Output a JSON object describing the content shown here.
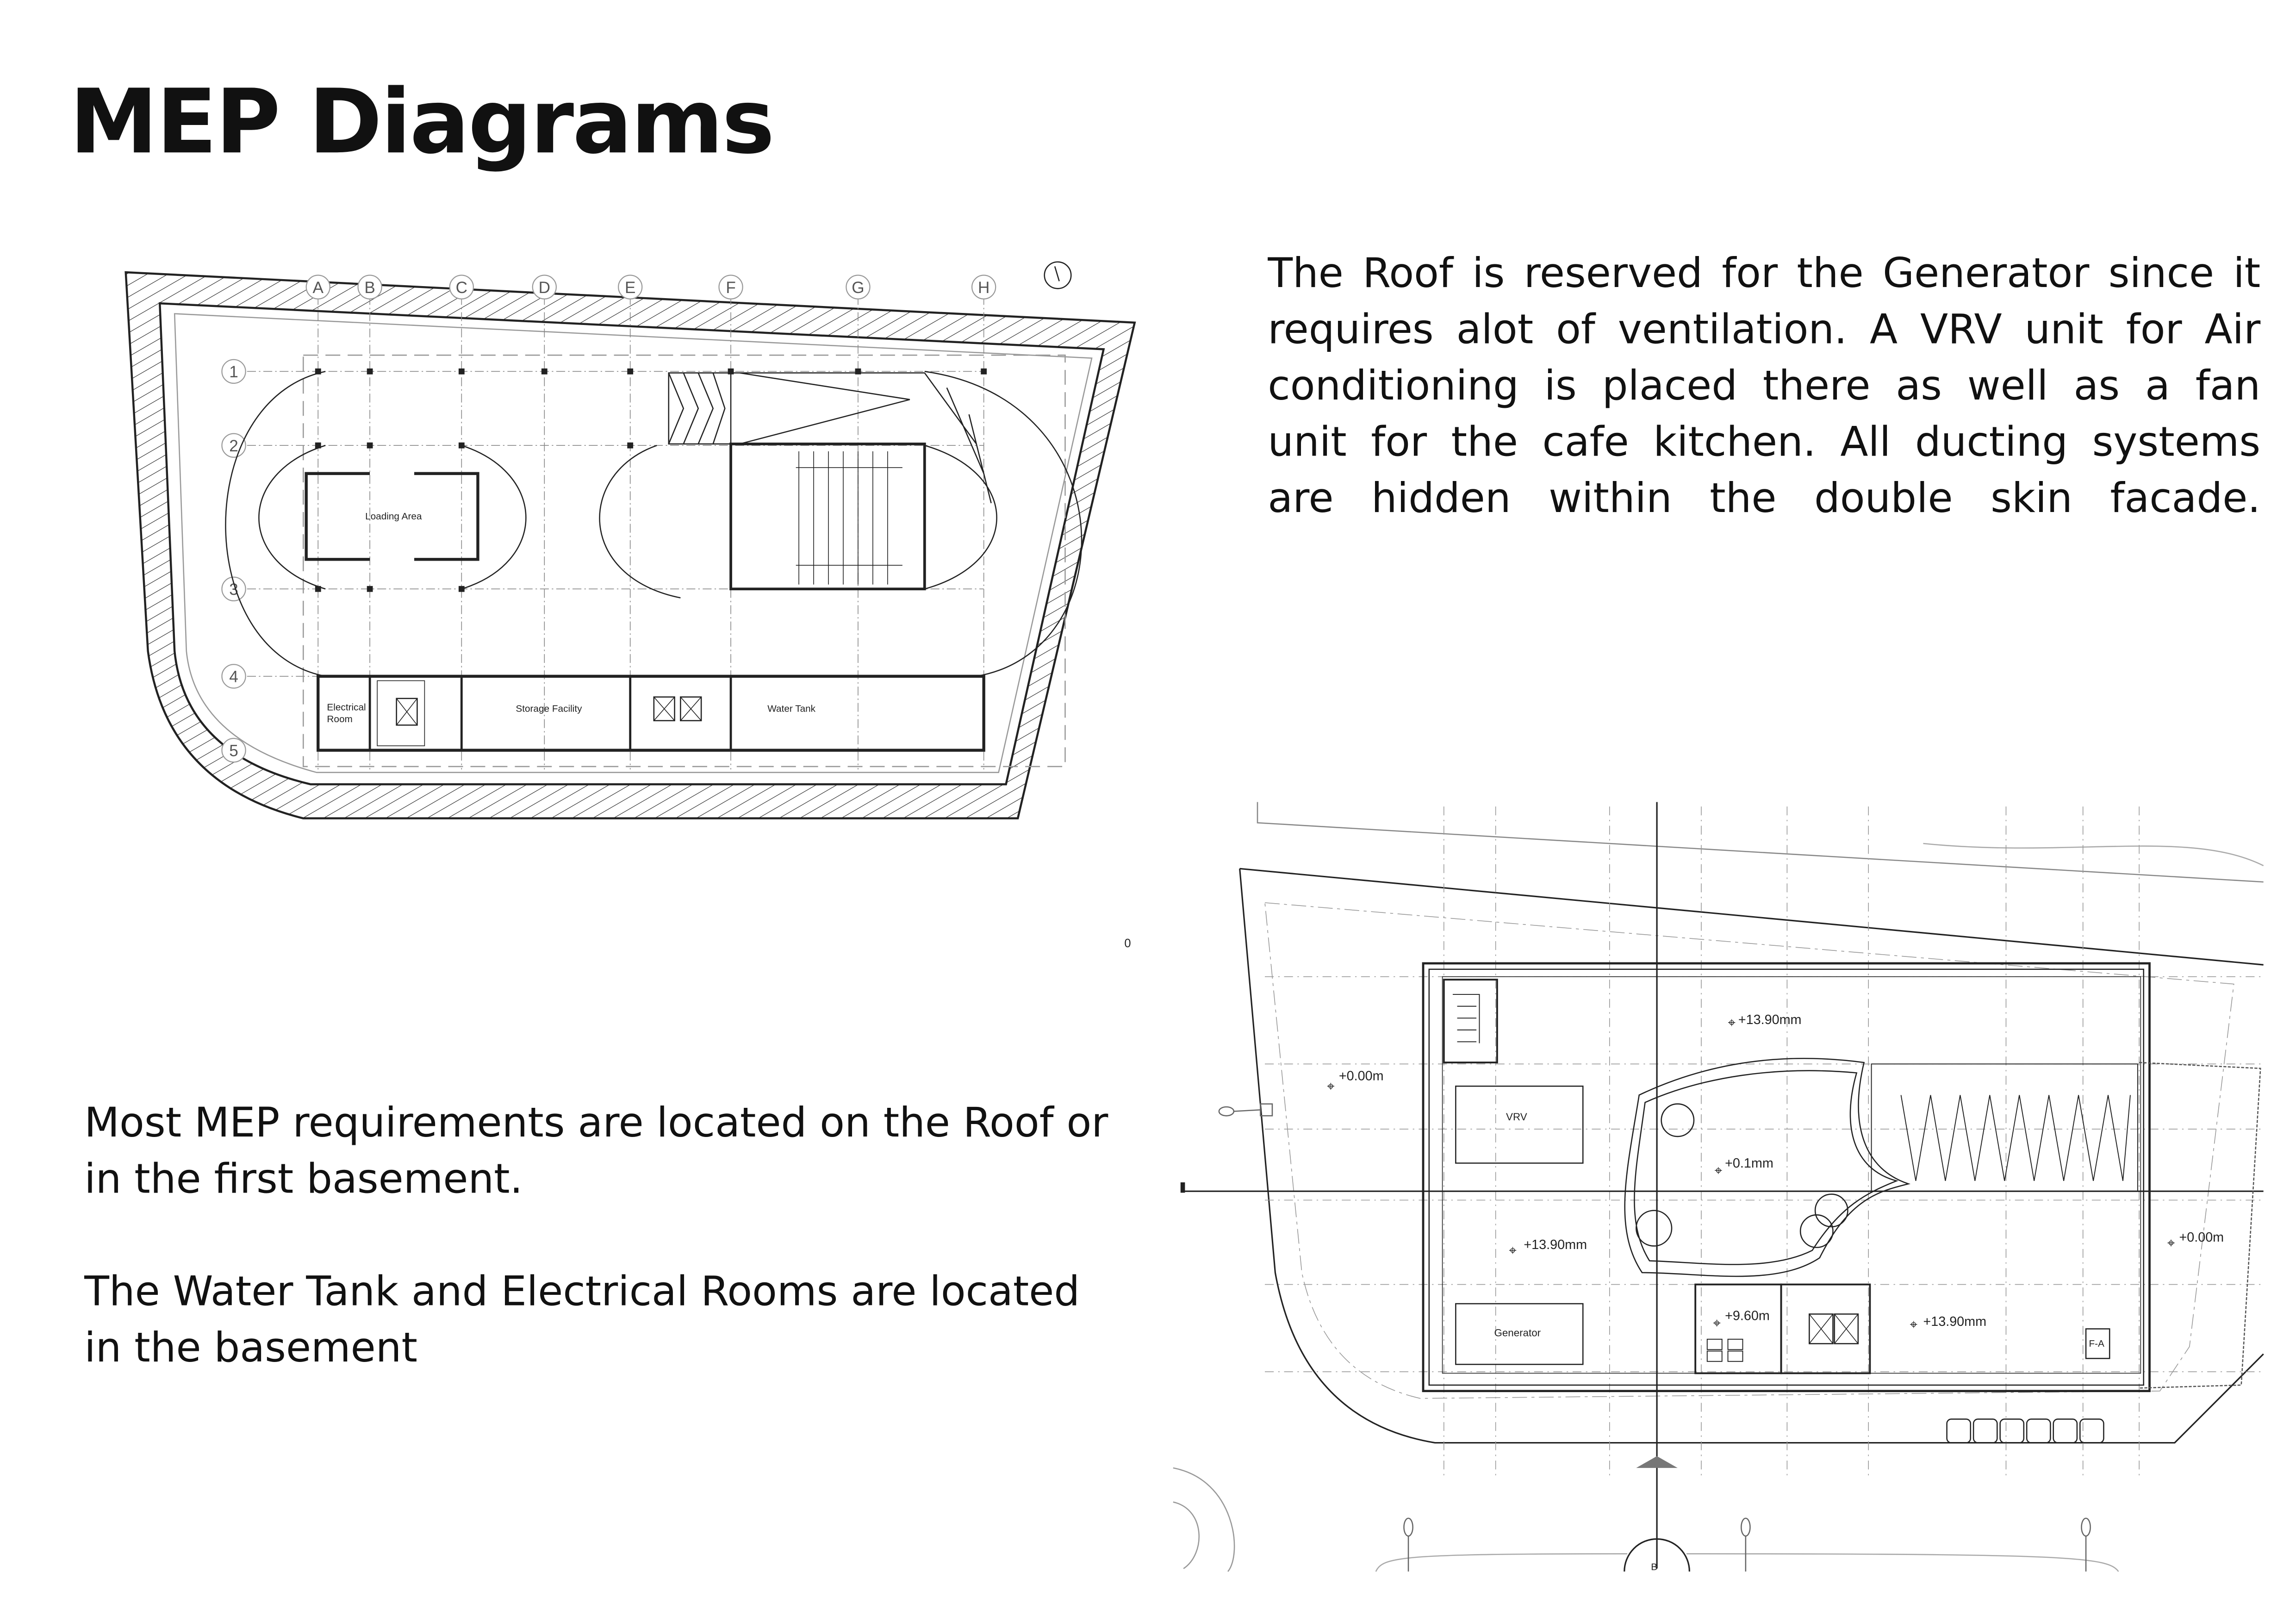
{
  "title": "MEP Diagrams",
  "description_right": [
    "The Roof is reserved for the Generator since it",
    "requires alot of ventilation. A VRV unit for Air",
    "conditioning is placed there as well as a fan",
    "unit for the cafe kitchen. All ducting systems",
    "are hidden within the double skin facade."
  ],
  "description_left": [
    "Most MEP requirements are located on the Roof or in the first basement.",
    "The Water Tank and Electrical Rooms are located in the basement"
  ],
  "basement_plan": {
    "grid_columns": [
      "A",
      "B",
      "C",
      "D",
      "E",
      "F",
      "G",
      "H"
    ],
    "grid_rows": [
      "1",
      "2",
      "3",
      "4",
      "5"
    ],
    "rooms": {
      "loading": "Loading Area",
      "electrical_1": "Electrical",
      "electrical_2": "Room",
      "storage": "Storage Facility",
      "water": "Water Tank"
    }
  },
  "roof_plan": {
    "rooms": {
      "vrv": "VRV",
      "generator": "Generator",
      "fa": "F-A"
    },
    "levels": [
      "+13.90mm",
      "+0.00m",
      "+0.1mm",
      "+13.90mm",
      "+9.60m",
      "+13.90mm",
      "+0.00m"
    ],
    "section_marker": "B",
    "edge_mark": "0"
  }
}
